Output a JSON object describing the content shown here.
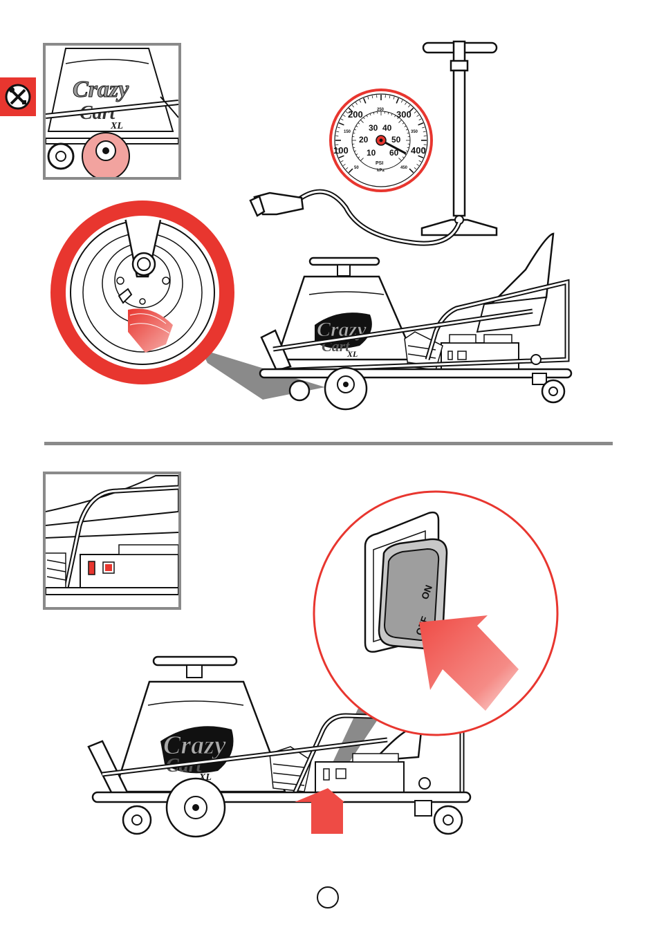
{
  "page": {
    "logo_text": [
      "Crazy",
      "Cart",
      "XL"
    ],
    "gauge": {
      "psi_labels": [
        "10",
        "20",
        "30",
        "40",
        "50",
        "60"
      ],
      "kpa_labels": [
        "100",
        "200",
        "300",
        "400"
      ],
      "small_labels": [
        "50",
        "150",
        "250",
        "350",
        "450"
      ],
      "unit_psi": "PSI",
      "unit_kpa": "kPa"
    },
    "switch": {
      "on_label": "ON",
      "off_label": "OFF"
    },
    "colors": {
      "accent_red": "#e8362f",
      "arrow_red": "#ee4b45",
      "frame_gray": "#8a8a8a"
    },
    "icons": [
      "tools-icon",
      "tire-pump-icon",
      "pressure-gauge-icon",
      "power-switch-icon"
    ]
  }
}
